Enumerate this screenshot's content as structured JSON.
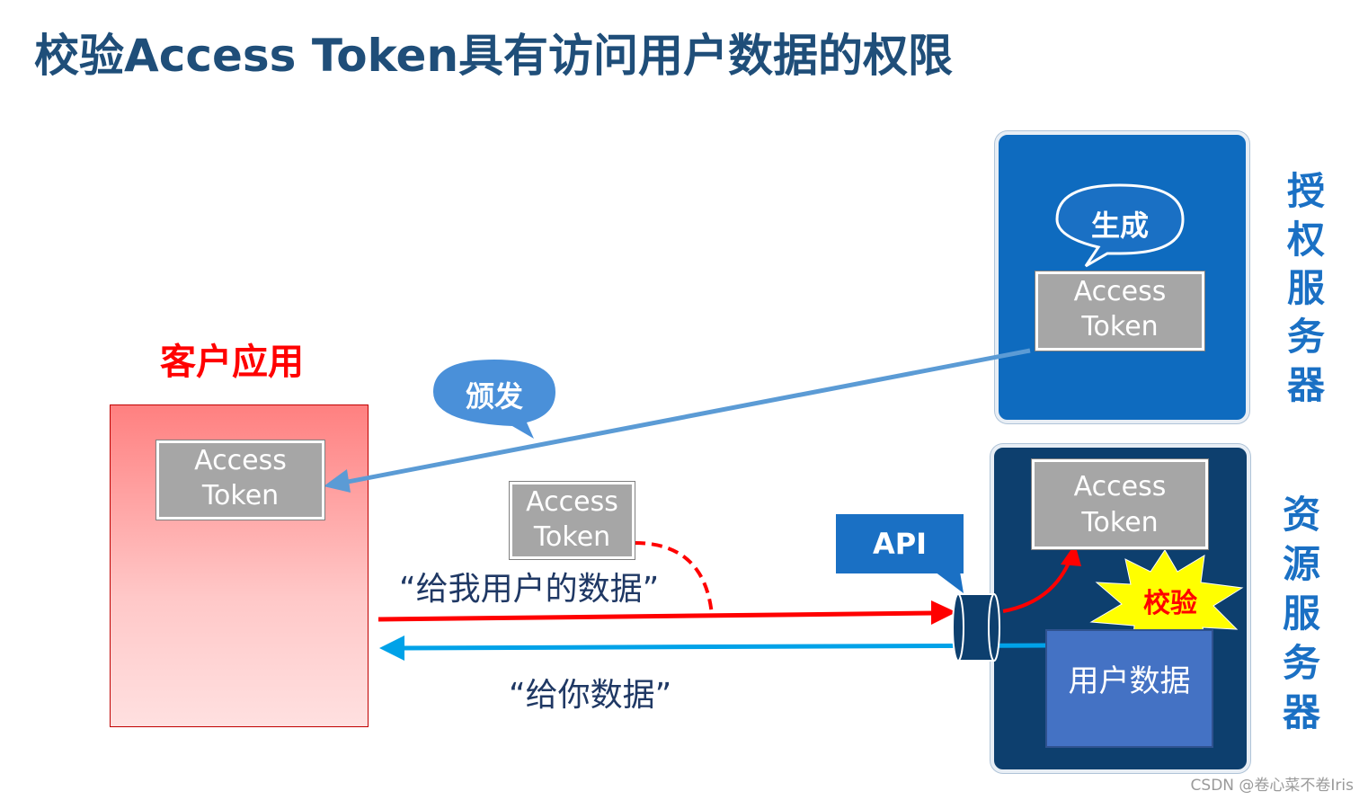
{
  "title": "校验Access Token具有访问用户数据的权限",
  "client": {
    "label": "客户应用"
  },
  "auth_server": {
    "label_chars": [
      "授",
      "权",
      "服",
      "务",
      "器"
    ],
    "generate_bubble": "生成"
  },
  "resource_server": {
    "label_chars": [
      "资",
      "源",
      "服",
      "务",
      "器"
    ],
    "verify_label": "校验",
    "user_data_label": "用户数据"
  },
  "token": {
    "line1": "Access",
    "line2": "Token"
  },
  "issue_bubble": "颁发",
  "api_label": "API",
  "request_caption": "“给我用户的数据”",
  "response_caption": "“给你数据”",
  "watermark": "CSDN @卷心菜不卷Iris",
  "colors": {
    "title": "#1f4e79",
    "client_label": "#ff0000",
    "auth_box": "#0e6bbf",
    "resource_box": "#0d3f6e",
    "request_arrow": "#ff0000",
    "response_arrow": "#00a2e8",
    "issue_arrow": "#5b9bd5",
    "token": "#a6a6a6",
    "verify_star": "#ffff00"
  }
}
